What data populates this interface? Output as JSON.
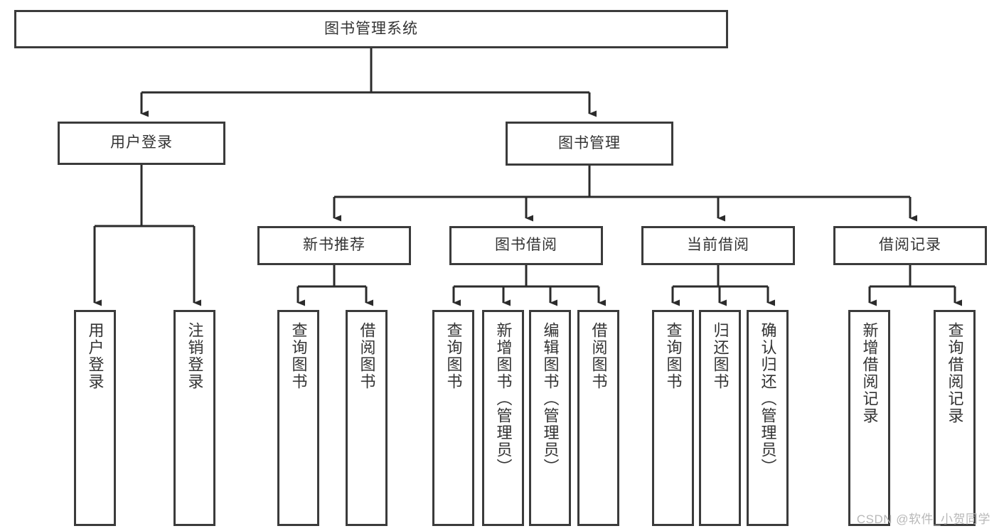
{
  "diagram": {
    "title_node": "图书管理系统",
    "type": "tree-hierarchy-diagram",
    "colors": {
      "box_border": "#3b3b3b",
      "box_fill": "#ffffff",
      "connector": "#2b2b2b",
      "text": "#333333",
      "watermark": "#b8b8b8"
    },
    "root": {
      "label": "图书管理系统"
    },
    "level2": [
      {
        "label": "用户登录"
      },
      {
        "label": "图书管理"
      }
    ],
    "level3": [
      {
        "label": "新书推荐"
      },
      {
        "label": "图书借阅"
      },
      {
        "label": "当前借阅"
      },
      {
        "label": "借阅记录"
      }
    ],
    "leaves": {
      "user_login": [
        {
          "label": "用户登录"
        },
        {
          "label": "注销登录"
        }
      ],
      "new_book_recommend": [
        {
          "label": "查询图书"
        },
        {
          "label": "借阅图书"
        }
      ],
      "book_borrow": [
        {
          "label": "查询图书"
        },
        {
          "label": "新增图书（管理员）"
        },
        {
          "label": "编辑图书（管理员）"
        },
        {
          "label": "借阅图书"
        }
      ],
      "current_borrow": [
        {
          "label": "查询图书"
        },
        {
          "label": "归还图书"
        },
        {
          "label": "确认归还（管理员）"
        }
      ],
      "borrow_records": [
        {
          "label": "新增借阅记录"
        },
        {
          "label": "查询借阅记录"
        }
      ]
    }
  },
  "watermark": {
    "text": "CSDN @软件_小贺同学"
  }
}
